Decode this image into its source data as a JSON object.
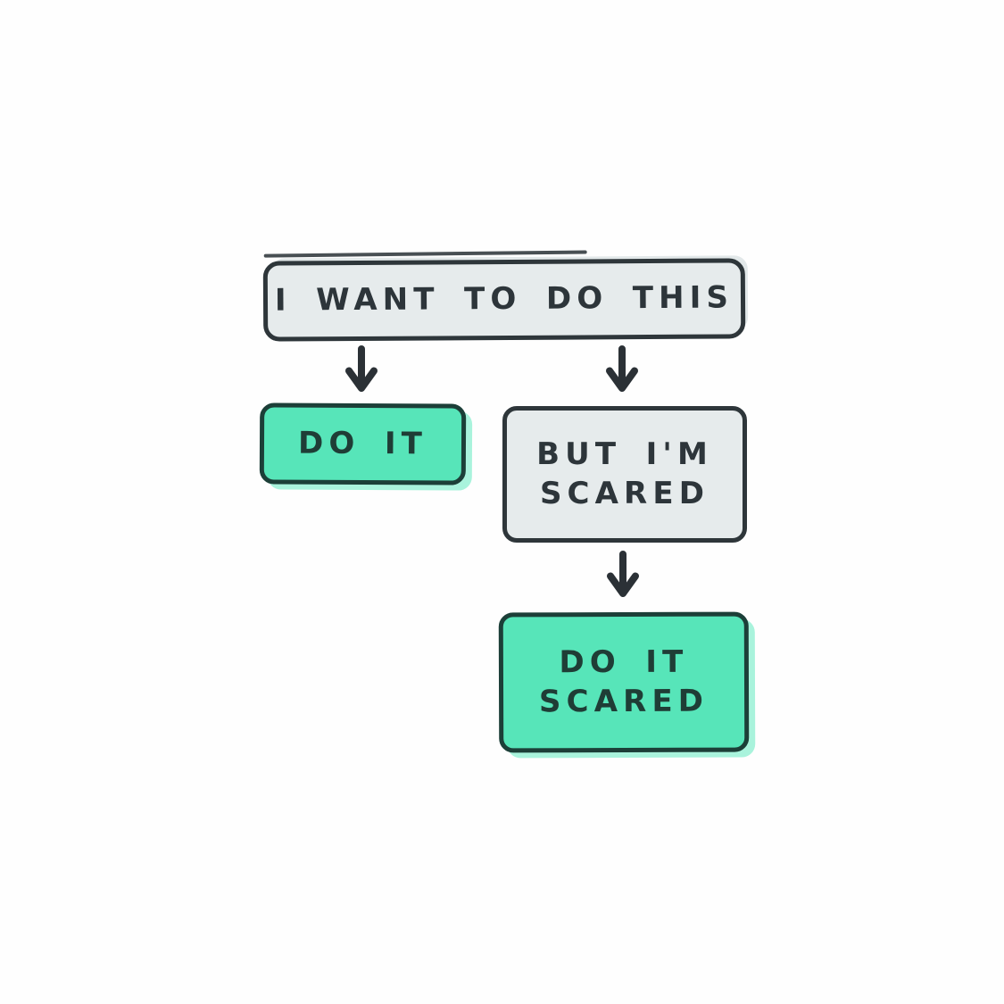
{
  "colors": {
    "background": "#fefefe",
    "gray_box_fill": "#e6ebec",
    "gray_box_border": "#2e363a",
    "green_box_fill": "#57e5b9",
    "green_box_border": "#1c3f38",
    "gray_box_text": "#2d353a",
    "green_box_text": "#1f3d36",
    "arrow": "#2b3136"
  },
  "flowchart": {
    "nodes": [
      {
        "id": "i-want-to-do-this",
        "label": "I WANT TO DO THIS",
        "lines": [
          "I WANT TO DO THIS"
        ],
        "variant": "gray"
      },
      {
        "id": "do-it",
        "label": "DO IT",
        "lines": [
          "DO IT"
        ],
        "variant": "green"
      },
      {
        "id": "but-im-scared",
        "label": "BUT I'M SCARED",
        "lines": [
          "BUT I'M",
          "SCARED"
        ],
        "variant": "gray"
      },
      {
        "id": "do-it-scared",
        "label": "DO IT SCARED",
        "lines": [
          "DO IT",
          "SCARED"
        ],
        "variant": "green"
      }
    ],
    "edges": [
      {
        "from": "i-want-to-do-this",
        "to": "do-it"
      },
      {
        "from": "i-want-to-do-this",
        "to": "but-im-scared"
      },
      {
        "from": "but-im-scared",
        "to": "do-it-scared"
      }
    ]
  }
}
